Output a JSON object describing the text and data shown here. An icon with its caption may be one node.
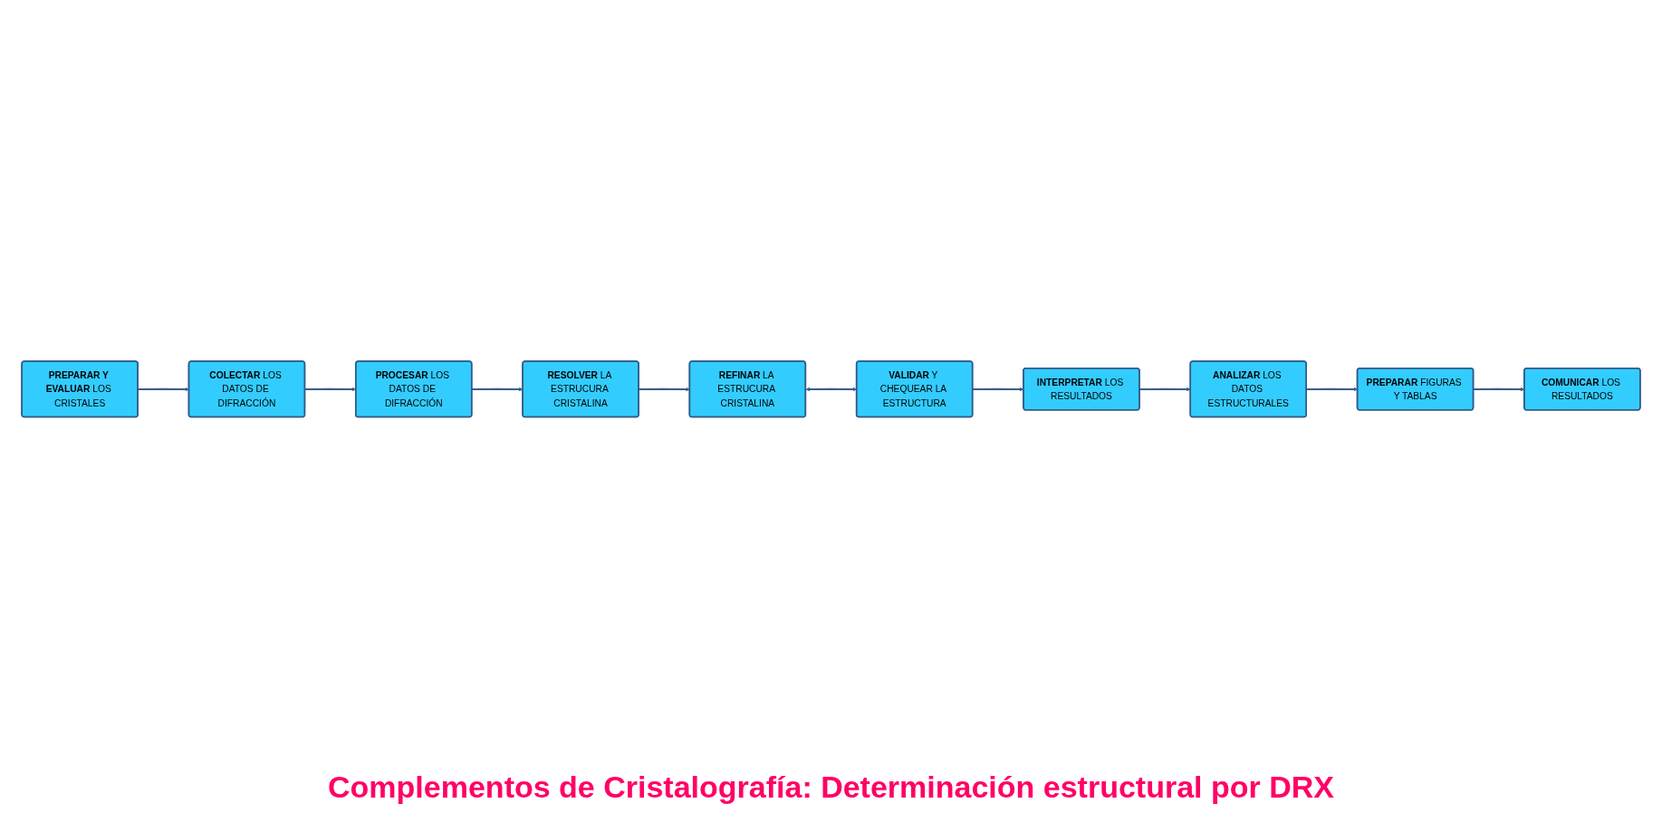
{
  "diagram": {
    "nodes": [
      {
        "text": [
          "**PREPARAR Y EVALUAR** LOS CRISTALES"
        ]
      },
      {
        "text": [
          "**COLECTAR** LOS DATOS DE DIFRACCIÓN"
        ]
      },
      {
        "text": [
          "**PROCESAR** LOS DATOS DE DIFRACCIÓN"
        ]
      },
      {
        "text": [
          "**INTERPRETAR** LOS RESULTADOS"
        ]
      },
      {
        "text": [
          "**VALIDAR** Y CHEQUEAR LA ESTRUCTURA"
        ]
      },
      {
        "text": [
          "**REFINAR** LA ESTRUCURA CRISTALINA"
        ]
      },
      {
        "text": [
          "**RESOLVER** LA ESTRUCURA CRISTALINA"
        ]
      },
      {
        "text": [
          "**ANALIZAR** LOS DATOS ESTRUCTURALES"
        ]
      },
      {
        "text": [
          "**PREPARAR** FIGURAS Y TABLAS"
        ]
      },
      {
        "text": [
          "**COMUNICAR** LOS RESULTADOS"
        ]
      }
    ],
    "edges": [
      {
        "from": 0,
        "to": 1,
        "arrow": "to"
      },
      {
        "from": 1,
        "to": 2,
        "arrow": "to"
      },
      {
        "from": 2,
        "to": 6,
        "arrow": "to"
      },
      {
        "from": 6,
        "to": 5,
        "arrow": "to"
      },
      {
        "from": 5,
        "to": 4,
        "arrow": "both"
      },
      {
        "from": 4,
        "to": 3,
        "arrow": "to"
      },
      {
        "from": 3,
        "to": 7,
        "arrow": "to"
      },
      {
        "from": 7,
        "to": 8,
        "arrow": "to"
      },
      {
        "from": 8,
        "to": 9,
        "arrow": "to"
      }
    ],
    "labels": [
      "Complementos de Cristalografía: Determinación estructural por DRX"
    ]
  }
}
